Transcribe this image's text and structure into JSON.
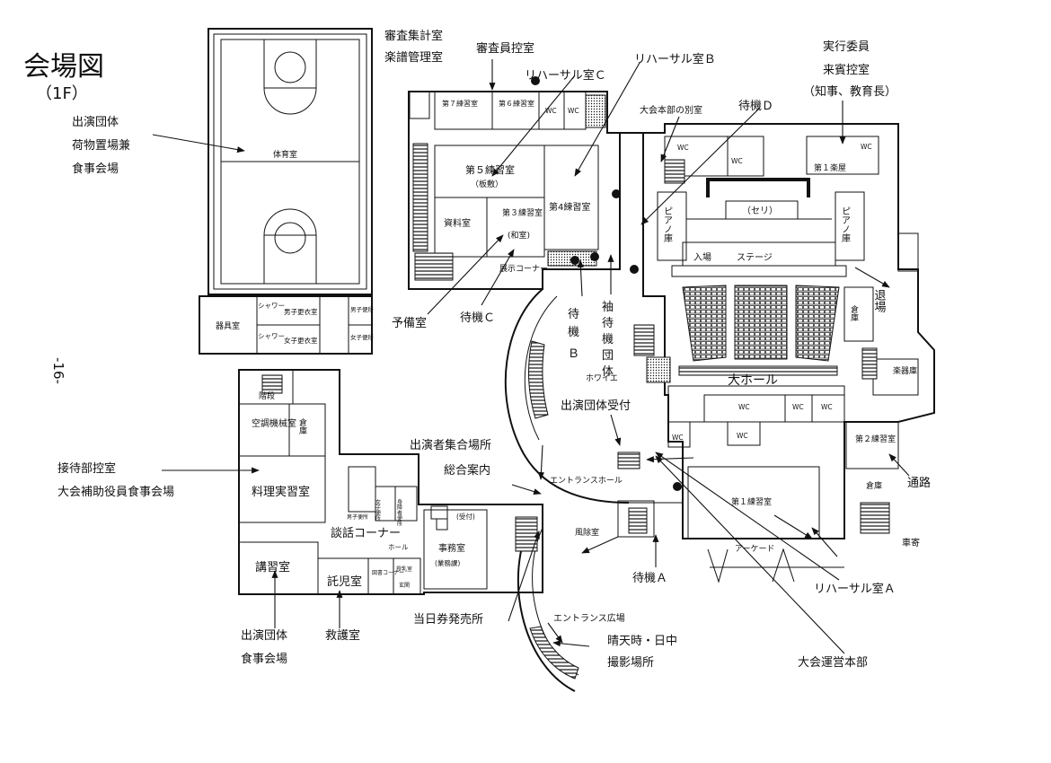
{
  "header": {
    "title": "会場図",
    "floor": "（1F）",
    "page_number": "-16-"
  },
  "rooms": {
    "gym": "体育室",
    "tool_room": "器具室",
    "shower1": "シャワー",
    "shower2": "シャワー",
    "mens_changing": "男子更衣室",
    "womens_changing": "女子更衣室",
    "mens_toilet": "男子便所",
    "womens_toilet": "女子便所",
    "practice7": "第７練習室",
    "practice6": "第６練習室",
    "practice5": "第５練習室",
    "practice5_sub": "（板敷）",
    "practice4": "第4練習室",
    "practice3": "第３練習室",
    "practice3_sub": "(和室)",
    "archive": "資料室",
    "exhibit_corner": "展示コーナー",
    "wc": "WC",
    "piano_left": "ピアノ庫",
    "piano_right": "ピアノ庫",
    "seri": "（セリ）",
    "stage": "ステージ",
    "enter": "入場",
    "exit": "退場",
    "storage_right": "倉庫",
    "instrument_storage": "楽器庫",
    "green_room1": "第１楽屋",
    "main_hall": "大ホール",
    "foyer": "ホワイエ",
    "practice2": "第２練習室",
    "practice1": "第１練習室",
    "storage_bottom": "倉庫",
    "arcade": "アーケード",
    "windbreak": "風除室",
    "entrance_hall": "エントランスホール",
    "office": "事務室",
    "office_sub": "(業務課)",
    "reception_small": "(受付)",
    "stairs": "階段",
    "aircon": "空調機械室",
    "storage_left": "倉庫",
    "cooking": "料理実習室",
    "lounge": "談話コーナー",
    "hall_small": "ホール",
    "lecture": "講習室",
    "nursery": "託児室",
    "reading": "図書コーナー",
    "nursing": "授乳室",
    "entrance_small": "玄関",
    "mens_toilet_small": "男子便所",
    "womens_toilet_small": "女子便所",
    "disabled_toilet": "身障者便所"
  },
  "callouts": {
    "judges_tally": "審査集計室",
    "score_room": "楽譜管理室",
    "judges_wait": "審査員控室",
    "rehearsal_c": "リハーサル室Ｃ",
    "rehearsal_b": "リハーサル室Ｂ",
    "standby_d": "待機Ｄ",
    "annex": "大会本部の別室",
    "exec_committee": "実行委員",
    "guest_wait": "来賓控室",
    "guest_note": "（知事、教育長）",
    "perf_group_1": "出演団体",
    "luggage": "荷物置場兼",
    "meal_hall": "食事会場",
    "spare_room": "予備室",
    "standby_c": "待機Ｃ",
    "standby_b_1": "待",
    "standby_b_2": "機",
    "standby_b_3": "Ｂ",
    "sode_1": "袖",
    "sode_2": "待",
    "sode_3": "機",
    "sode_4": "団",
    "sode_5": "体",
    "perf_reception": "出演団体受付",
    "performer_assembly": "出演者集合場所",
    "info_desk": "総合案内",
    "reception_staff_room": "接待部控室",
    "helper_meal": "大会補助役員食事会場",
    "standby_a": "待機Ａ",
    "rehearsal_a": "リハーサル室Ａ",
    "hq": "大会運営本部",
    "same_day_tickets": "当日券発売所",
    "entrance_plaza": "エントランス広場",
    "sunny_1": "晴天時・日中",
    "sunny_2": "撮影場所",
    "perf_meal_1": "出演団体",
    "perf_meal_2": "食事会場",
    "first_aid": "救護室",
    "passage": "通路",
    "car_stop": "車寄"
  }
}
